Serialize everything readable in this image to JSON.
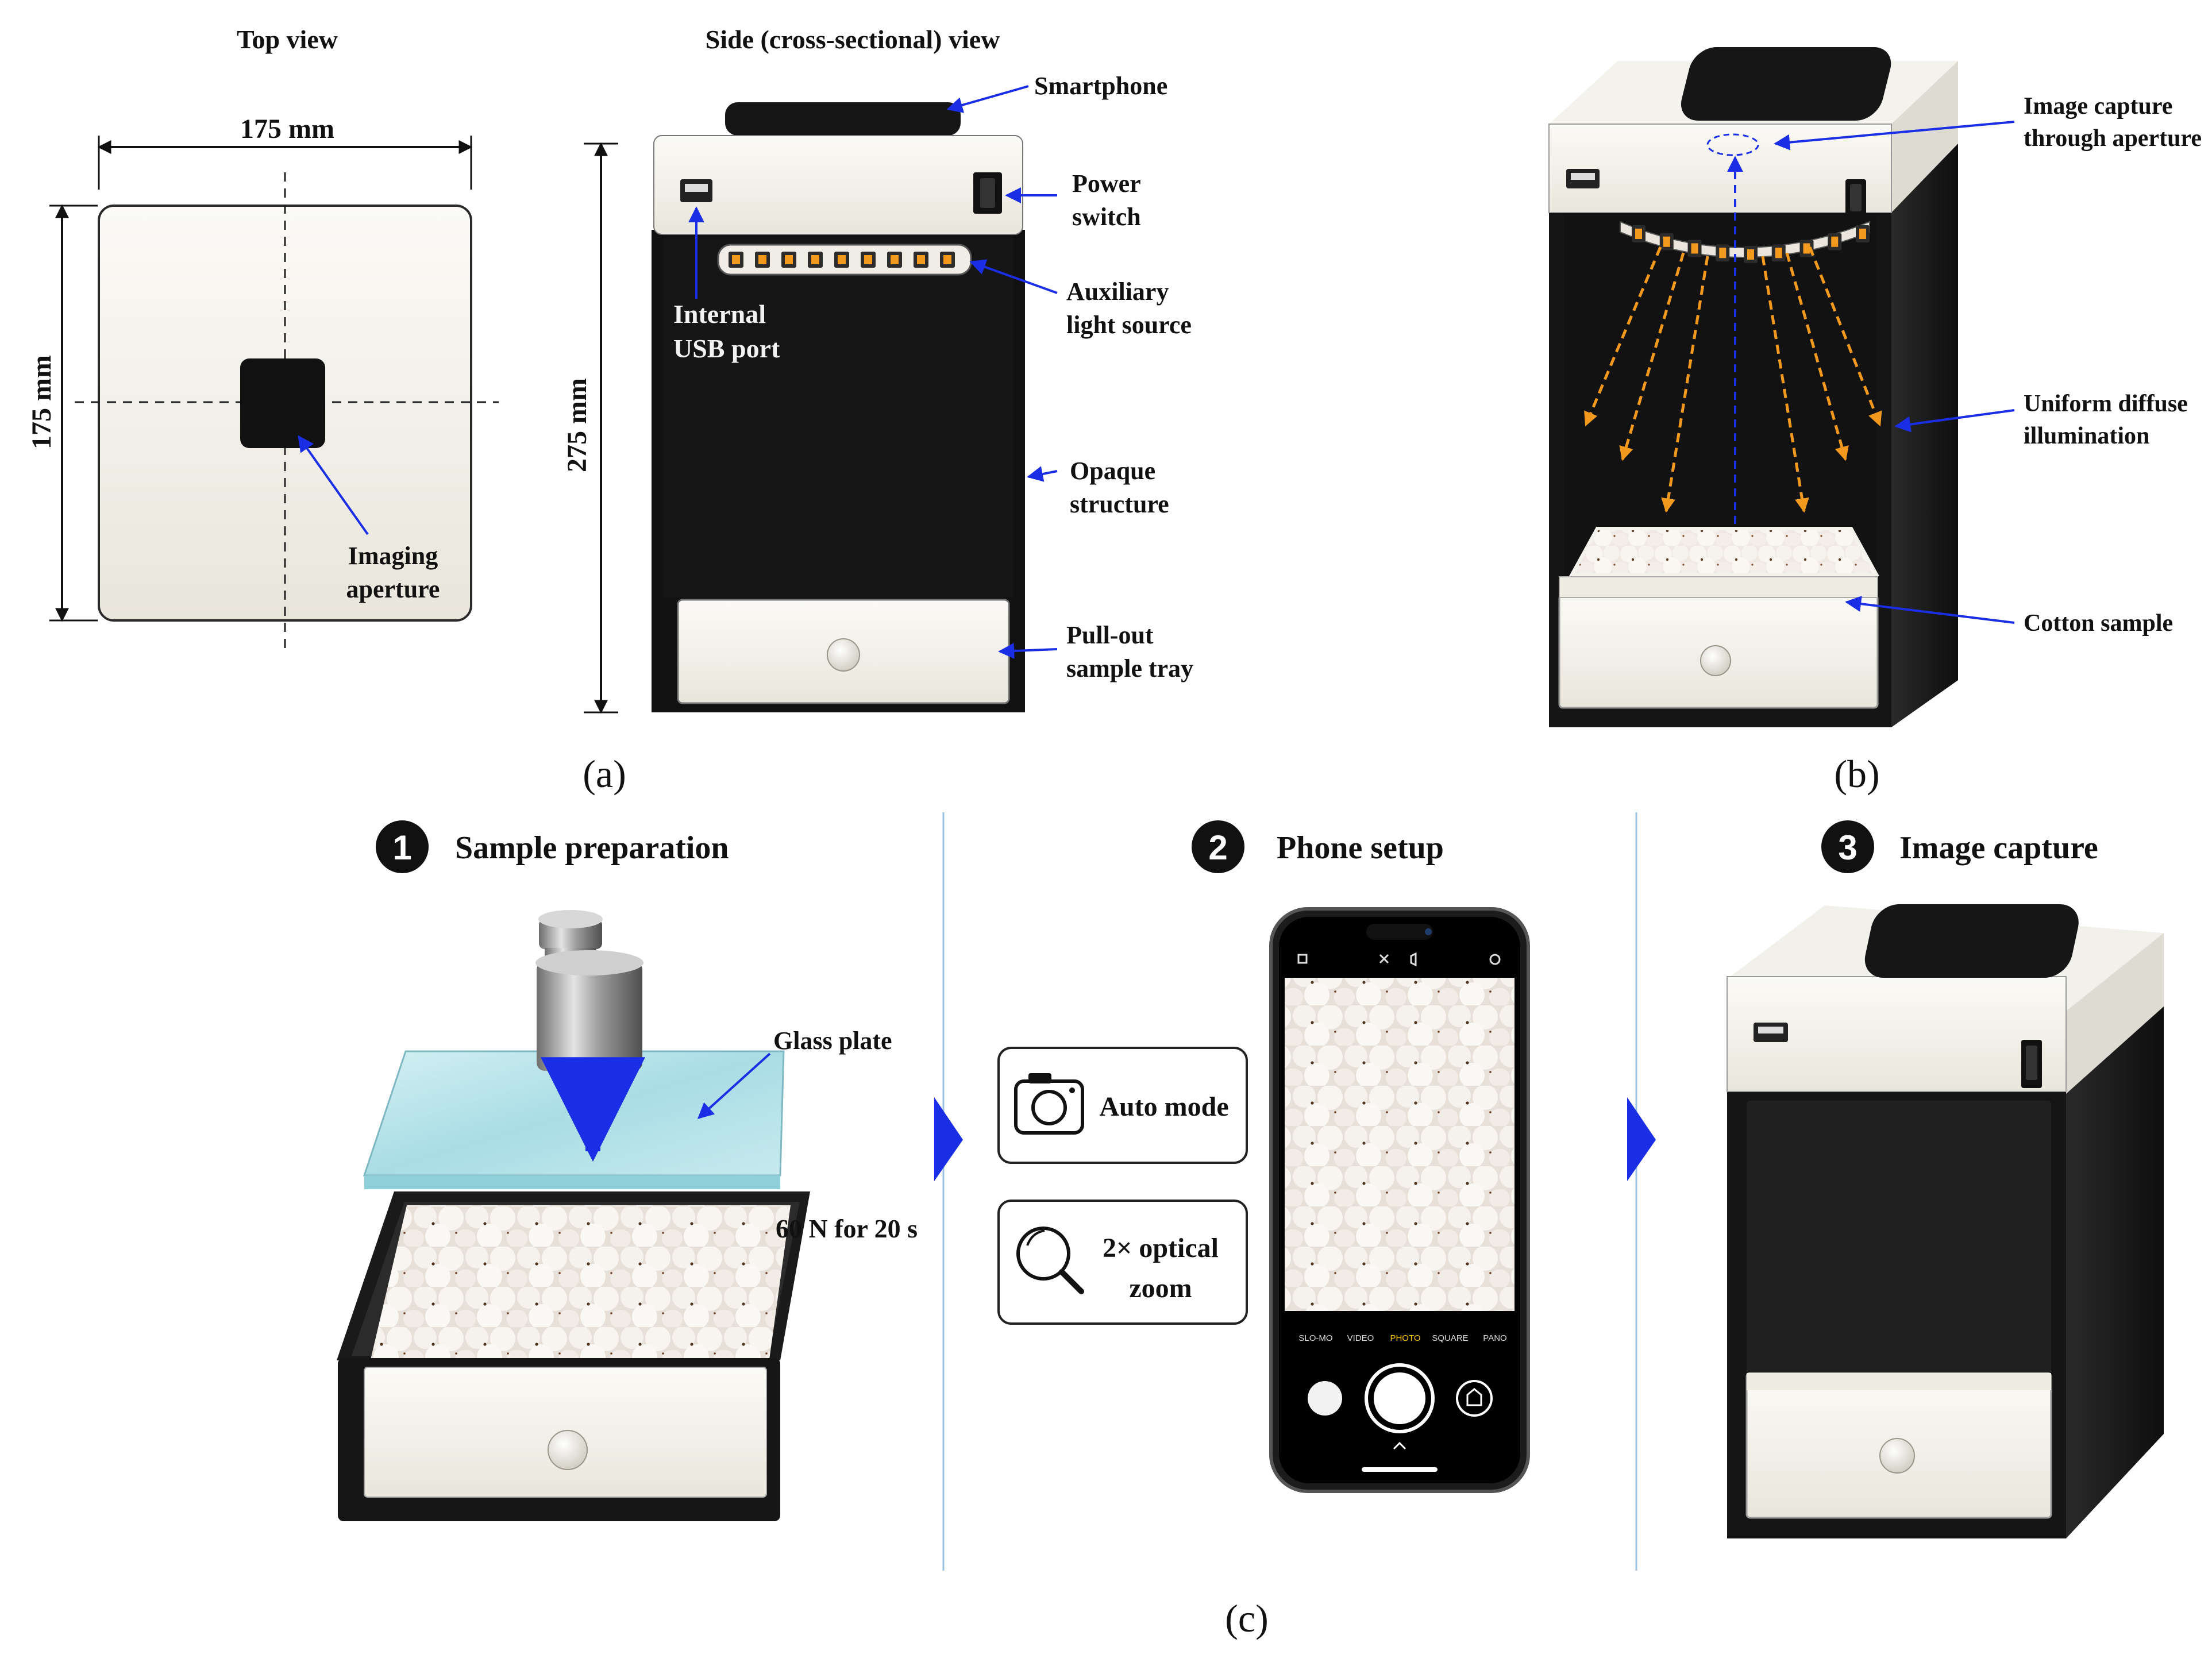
{
  "panel_a": {
    "letter": "(a)",
    "top_view": {
      "title": "Top view",
      "width_dim": "175 mm",
      "height_dim": "175 mm",
      "aperture_label_1": "Imaging",
      "aperture_label_2": "aperture"
    },
    "side_view": {
      "title": "Side (cross-sectional) view",
      "height_dim": "275 mm",
      "smartphone": "Smartphone",
      "power_1": "Power",
      "power_2": "switch",
      "usb_1": "Internal",
      "usb_2": "USB port",
      "light_1": "Auxiliary",
      "light_2": "light source",
      "opaque_1": "Opaque",
      "opaque_2": "structure",
      "tray_1": "Pull-out",
      "tray_2": "sample tray"
    }
  },
  "panel_b": {
    "letter": "(b)",
    "capture_1": "Image capture",
    "capture_2": "through aperture",
    "illum_1": "Uniform diffuse",
    "illum_2": "illumination",
    "cotton": "Cotton sample"
  },
  "panel_c": {
    "letter": "(c)",
    "step1": {
      "num": "1",
      "title": "Sample preparation",
      "glass": "Glass plate",
      "force": "60 N for 20 s"
    },
    "step2": {
      "num": "2",
      "title": "Phone setup",
      "auto": "Auto mode",
      "zoom_1": "2× optical",
      "zoom_2": "zoom",
      "camera_modes": [
        "SLO-MO",
        "VIDEO",
        "PHOTO",
        "SQUARE",
        "PANO"
      ],
      "active_mode": "PHOTO"
    },
    "step3": {
      "num": "3",
      "title": "Image capture"
    }
  },
  "colors": {
    "arrow_blue": "#1a2ee6",
    "light_orange": "#f39a1e",
    "box_dark": "#1a1a1a",
    "box_cream": "#f3f1ea",
    "divider": "#9cc3e0",
    "glass": "#b9e4ea",
    "active_mode": "#ffcc00"
  }
}
